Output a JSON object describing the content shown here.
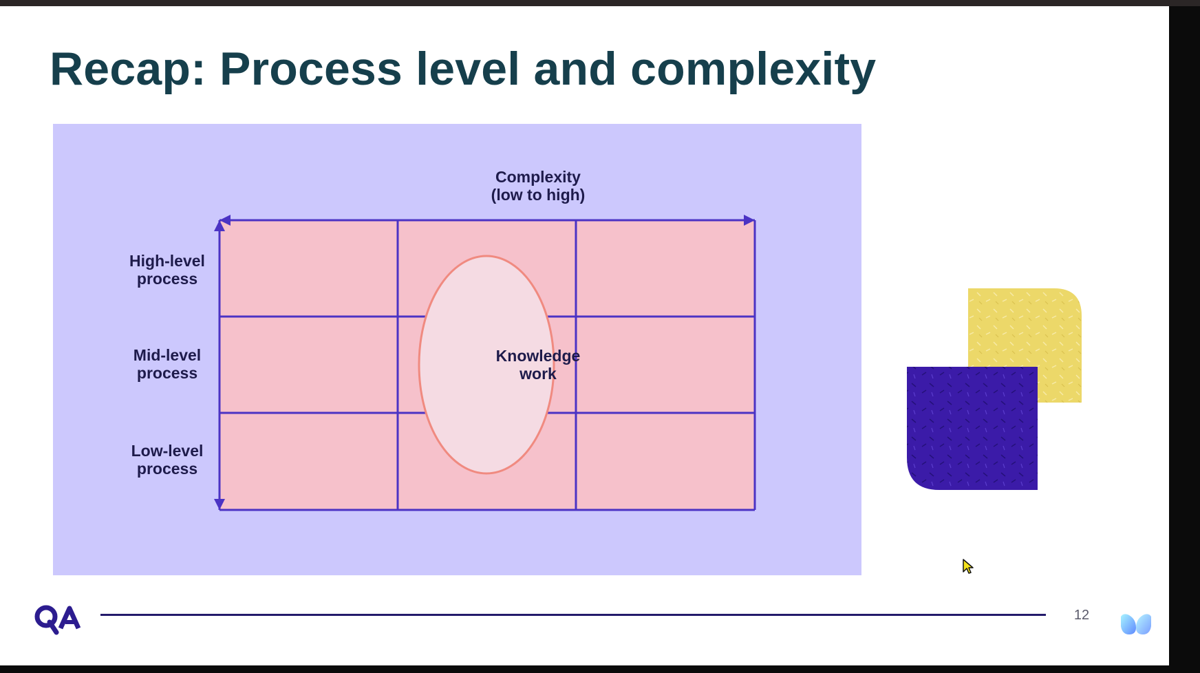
{
  "slide": {
    "title": "Recap: Process level and complexity",
    "page_number": "12"
  },
  "diagram": {
    "axis_title": "Complexity\n(low to high)",
    "rows": [
      {
        "label": "High-level\nprocess"
      },
      {
        "label": "Mid-level\nprocess"
      },
      {
        "label": "Low-level\nprocess"
      }
    ],
    "columns": 3,
    "highlight_label": "Knowledge\nwork",
    "colors": {
      "panel": "#ccc8fd",
      "cell": "#f6c1cb",
      "grid": "#4b33c4",
      "ellipse_fill": "#f5dbe3",
      "ellipse_stroke": "#f08a80",
      "text": "#1e1b4b"
    }
  },
  "decoration": {
    "colors": {
      "yellow": "#ecd869",
      "purple": "#3b1ba8"
    }
  },
  "footer": {
    "logo": "qa-logo-icon",
    "line_color": "#231a6b"
  },
  "overlay": {
    "cursor": "mouse-cursor-icon",
    "app_logo": "meeting-app-logo-icon"
  }
}
